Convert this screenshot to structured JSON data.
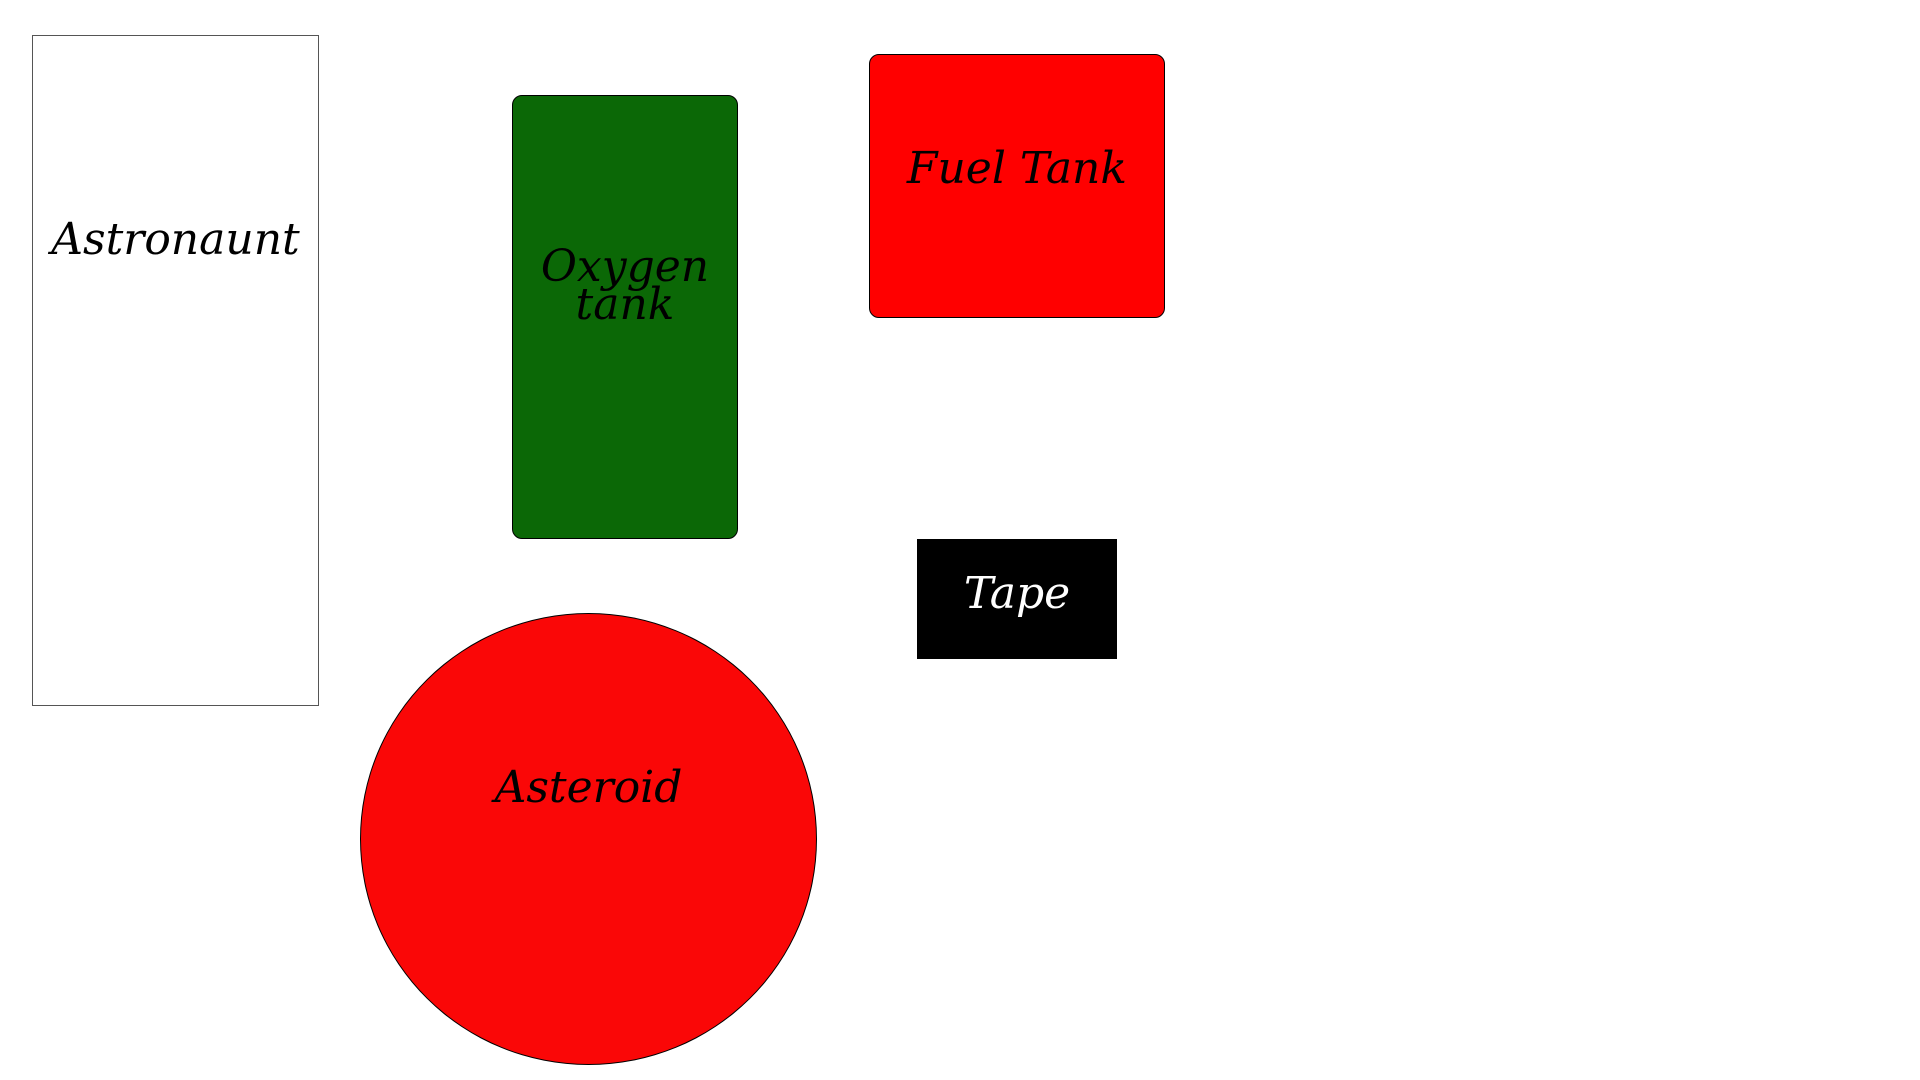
{
  "sprites": {
    "astronaut": {
      "label": "Astronaunt",
      "color": "#ffffff"
    },
    "oxygen_tank": {
      "label": "Oxygen tank",
      "color": "#0b6806"
    },
    "fuel_tank": {
      "label": "Fuel Tank",
      "color": "#ff0000"
    },
    "tape": {
      "label": "Tape",
      "color": "#000000",
      "label_color": "#ffffff"
    },
    "asteroid": {
      "label": "Asteroid",
      "color": "#fa0707"
    }
  }
}
